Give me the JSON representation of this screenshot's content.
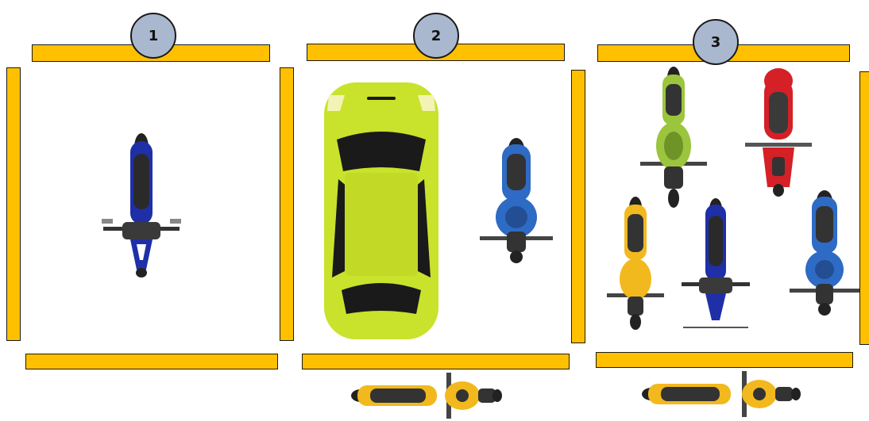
{
  "lots": [
    {
      "label": "1"
    },
    {
      "label": "2"
    },
    {
      "label": "3"
    }
  ],
  "colors": {
    "barrier": "#FFC000",
    "badge": "#A9B8CF",
    "car_body": "#C9E22C",
    "moto_blue": "#2E6BC4",
    "moto_navy": "#1F2FA8",
    "moto_green": "#9BC53D",
    "moto_red": "#D42026",
    "moto_yellow": "#F2B91E"
  },
  "vehicles": [
    {
      "lot": "1",
      "type": "motorcycle",
      "color": "navy"
    },
    {
      "lot": "2",
      "type": "car",
      "color": "lime"
    },
    {
      "lot": "2",
      "type": "motorcycle",
      "color": "blue"
    },
    {
      "lot": "2",
      "type": "motorcycle",
      "color": "yellow",
      "location": "outside"
    },
    {
      "lot": "3",
      "type": "motorcycle",
      "color": "green"
    },
    {
      "lot": "3",
      "type": "motorcycle",
      "color": "red"
    },
    {
      "lot": "3",
      "type": "motorcycle",
      "color": "yellow"
    },
    {
      "lot": "3",
      "type": "motorcycle",
      "color": "navy"
    },
    {
      "lot": "3",
      "type": "motorcycle",
      "color": "blue"
    },
    {
      "lot": "3",
      "type": "motorcycle",
      "color": "yellow",
      "location": "outside"
    }
  ]
}
